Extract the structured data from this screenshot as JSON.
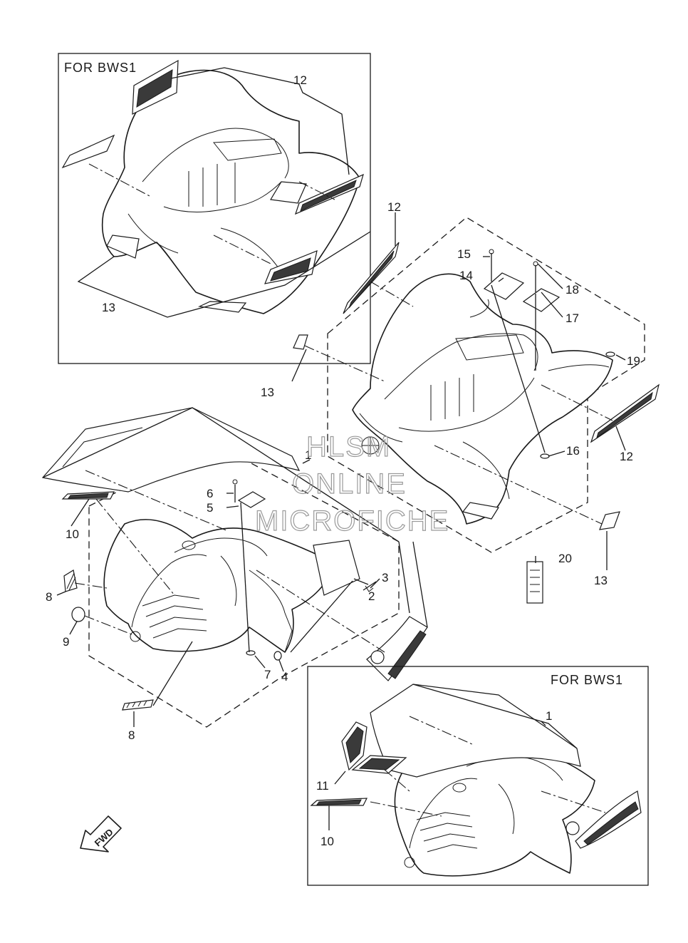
{
  "box_labels": {
    "top_left": "FOR  BWS1",
    "bottom_right": "FOR  BWS1"
  },
  "watermark": {
    "line1": "HLSM",
    "line2": "ONLINE",
    "line3": "MICROFICHE"
  },
  "direction_marker": "FWD",
  "callouts": {
    "c12_box": "12",
    "c13_box": "13",
    "c12_top": "12",
    "c15": "15",
    "c14": "14",
    "c18": "18",
    "c17": "17",
    "c19": "19",
    "c13_mid": "13",
    "c16": "16",
    "c12_right": "12",
    "c1_mid": "1",
    "c6": "6",
    "c5": "5",
    "c10_left": "10",
    "c3": "3",
    "c2": "2",
    "c8_upper": "8",
    "c9": "9",
    "c7": "7",
    "c4": "4",
    "c20": "20",
    "c13_right": "13",
    "c8_lower": "8",
    "c1_box": "1",
    "c11": "11",
    "c10_box": "10"
  }
}
